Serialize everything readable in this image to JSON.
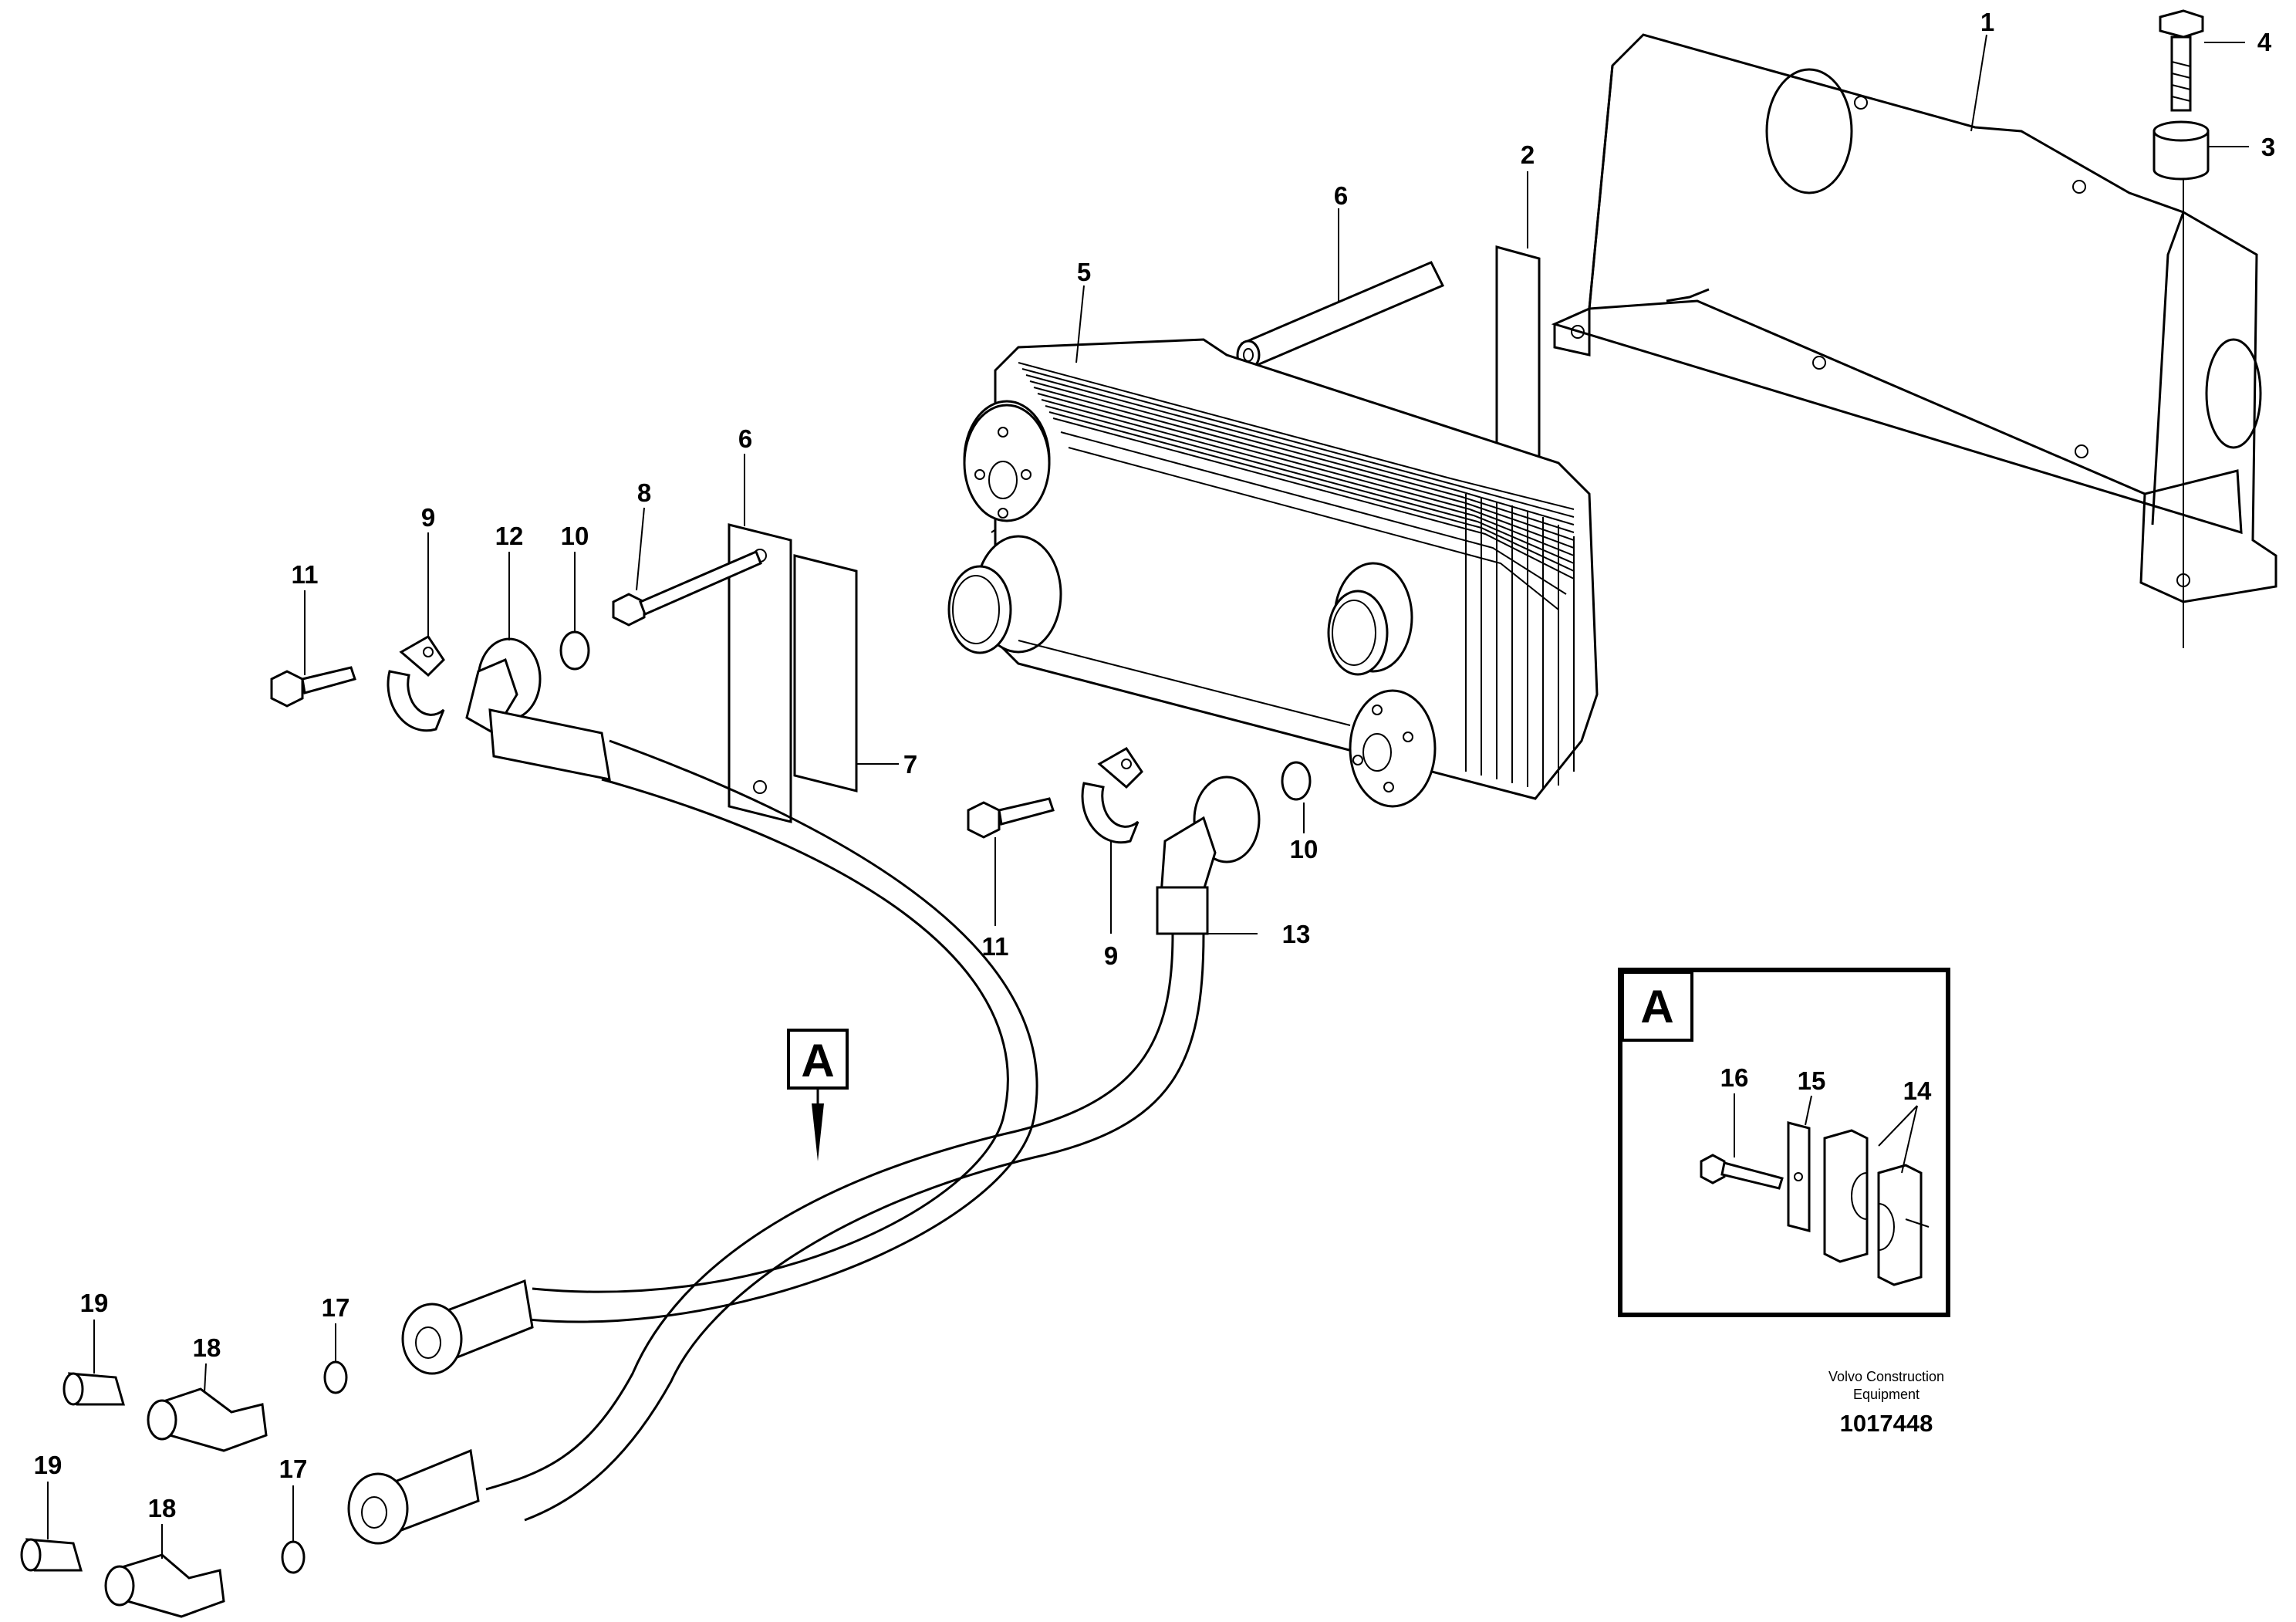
{
  "callouts": {
    "c1": "1",
    "c2": "2",
    "c3": "3",
    "c4": "4",
    "c5": "5",
    "c6a": "6",
    "c6b": "6",
    "c7": "7",
    "c8": "8",
    "c9a": "9",
    "c9b": "9",
    "c10a": "10",
    "c10b": "10",
    "c11a": "11",
    "c11b": "11",
    "c12": "12",
    "c13": "13",
    "c14": "14",
    "c15": "15",
    "c16": "16",
    "c17a": "17",
    "c17b": "17",
    "c18a": "18",
    "c18b": "18",
    "c19a": "19",
    "c19b": "19"
  },
  "detail_marker": "A",
  "detail_box_label": "A",
  "credit": {
    "line1": "Volvo Construction",
    "line2": "Equipment",
    "document_number": "1017448"
  }
}
